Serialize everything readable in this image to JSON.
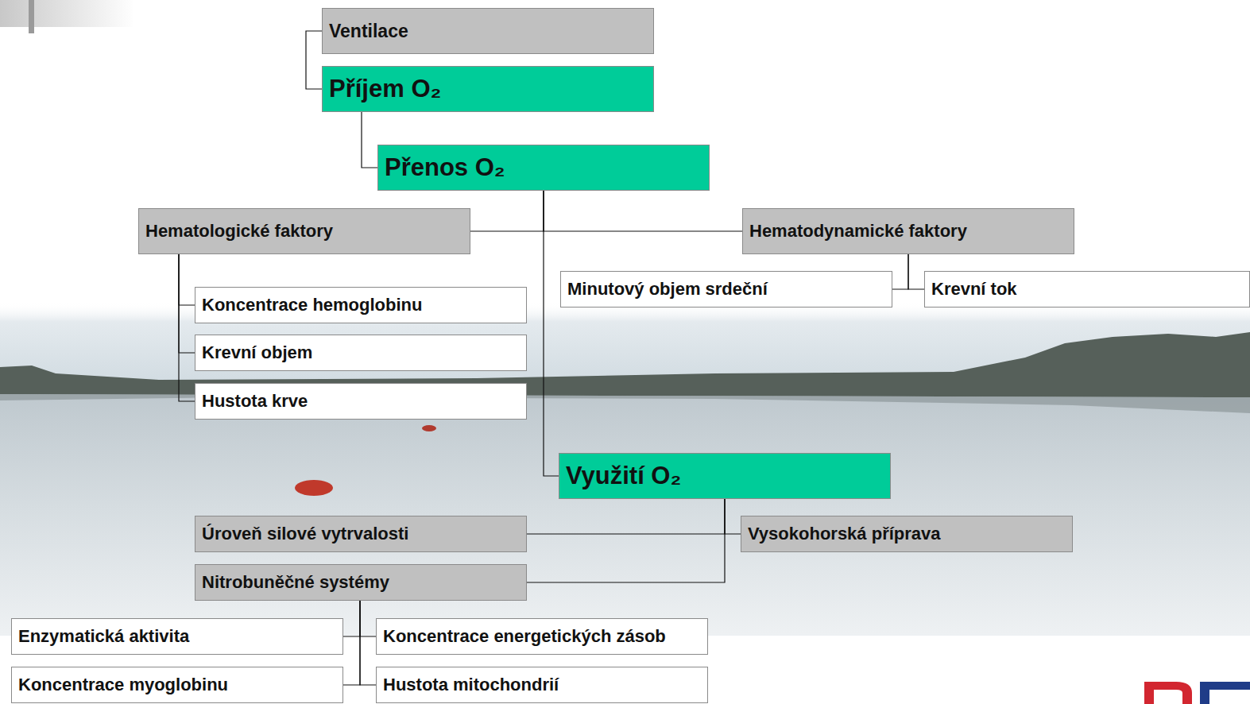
{
  "diagram": {
    "nodes": [
      {
        "text": [
          "Ventilace"
        ]
      },
      {
        "text": [
          "Příjem O₂"
        ]
      },
      {
        "text": [
          "Přenos O₂"
        ]
      },
      {
        "text": [
          "Hematologické faktory"
        ]
      },
      {
        "text": [
          "Hematodynamické faktory"
        ]
      },
      {
        "text": [
          "Minutový objem srdeční"
        ]
      },
      {
        "text": [
          "Krevní tok"
        ]
      },
      {
        "text": [
          "Koncentrace hemoglobinu"
        ]
      },
      {
        "text": [
          "Krevní objem"
        ]
      },
      {
        "text": [
          "Hustota krve"
        ]
      },
      {
        "text": [
          "Využití O₂"
        ]
      },
      {
        "text": [
          "Úroveň silové vytrvalosti"
        ]
      },
      {
        "text": [
          "Vysokohorská příprava"
        ]
      },
      {
        "text": [
          "Nitrobuněčné systémy"
        ]
      },
      {
        "text": [
          "Enzymatická aktivita"
        ]
      },
      {
        "text": [
          "Koncentrace energetických zásob"
        ]
      },
      {
        "text": [
          "Koncentrace myoglobinu"
        ]
      },
      {
        "text": [
          "Hustota mitochondrií"
        ]
      }
    ],
    "edges": [
      {
        "from": 0,
        "to": 1,
        "arrow": "none"
      },
      {
        "from": 1,
        "to": 2,
        "arrow": "none"
      },
      {
        "from": 2,
        "to": 3,
        "arrow": "none"
      },
      {
        "from": 2,
        "to": 4,
        "arrow": "none"
      },
      {
        "from": 2,
        "to": 10,
        "arrow": "none"
      },
      {
        "from": 3,
        "to": 7,
        "arrow": "none"
      },
      {
        "from": 3,
        "to": 8,
        "arrow": "none"
      },
      {
        "from": 3,
        "to": 9,
        "arrow": "none"
      },
      {
        "from": 4,
        "to": 5,
        "arrow": "none"
      },
      {
        "from": 4,
        "to": 6,
        "arrow": "none"
      },
      {
        "from": 10,
        "to": 11,
        "arrow": "none"
      },
      {
        "from": 10,
        "to": 12,
        "arrow": "none"
      },
      {
        "from": 10,
        "to": 13,
        "arrow": "none"
      },
      {
        "from": 13,
        "to": 14,
        "arrow": "none"
      },
      {
        "from": 13,
        "to": 15,
        "arrow": "none"
      },
      {
        "from": 13,
        "to": 16,
        "arrow": "none"
      },
      {
        "from": 13,
        "to": 17,
        "arrow": "none"
      }
    ]
  }
}
